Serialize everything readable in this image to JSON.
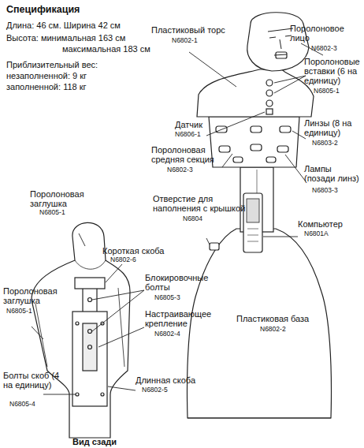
{
  "diagram": {
    "title": "Спецификация",
    "labels": [
      "Длина: 46 см. Ширина 42 см",
      "Высота: минимальная 163 см",
      "максимальная 183 см",
      "Приблизительный вес:",
      "незаполненной: 9 кг",
      "заполненной: 118 кг",
      "Пластиковый торс",
      "N6802-1",
      "Поролоновое лицо",
      "N6802-3",
      "Поролоновые вставки (6 на единицу)",
      "N6805-1",
      "Датчик",
      "N6806-1",
      "Линзы (8 на единицу)",
      "N6803-2",
      "Поролоновая средняя секция",
      "N6802-3",
      "Лампы (позади линз)",
      "N6803-3",
      "Отверстие для наполнения с крышкой",
      "N6804",
      "Компьютер",
      "N6801A",
      "Пластиковая база",
      "N6802-2",
      "Поролоновая заглушка",
      "N6805-1",
      "Короткая скоба",
      "N6802-6",
      "Поролоновая заглушка",
      "N6805-1",
      "Блокировочные болты",
      "N6805-3",
      "Настраивающее крепление",
      "N6802-4",
      "Болты скоб (4 на единицу)",
      "N6805-4",
      "Длинная скоба",
      "N6802-5",
      "Вид сзади"
    ]
  }
}
